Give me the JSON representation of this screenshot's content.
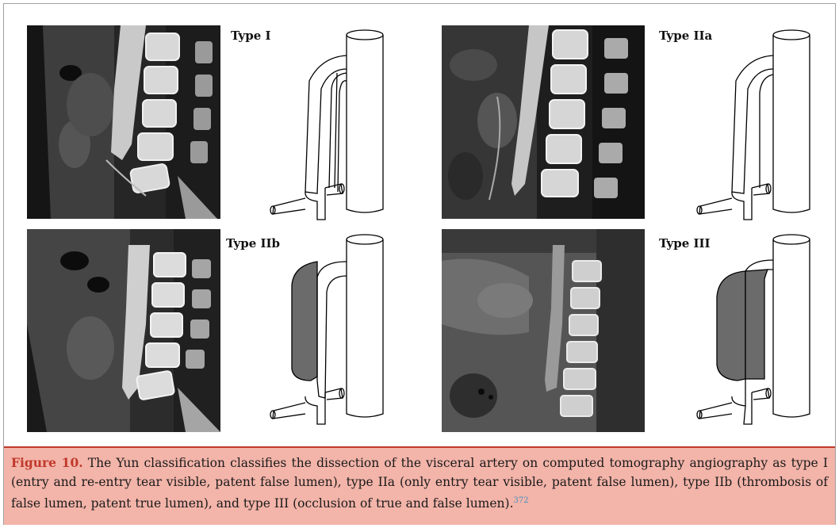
{
  "panels": [
    {
      "label": "Type I"
    },
    {
      "label": "Type IIa"
    },
    {
      "label": "Type IIb"
    },
    {
      "label": "Type III"
    }
  ],
  "caption": {
    "figure_label": "Figure 10.",
    "text": " The Yun classification classifies the dissection of the visceral artery on computed tomography angiography as type I (entry and re-entry tear visible, patent false lumen), type IIa (only entry tear visible, patent false lumen), type IIb (thrombosis of false lumen, patent true lumen), and type III (occlusion of true and false lumen).",
    "reference": "372"
  },
  "colors": {
    "caption_bg": "#f3b4a9",
    "figure_label": "#c0392b",
    "reference": "#4a90c2",
    "thrombus": "#6b6b6b"
  }
}
